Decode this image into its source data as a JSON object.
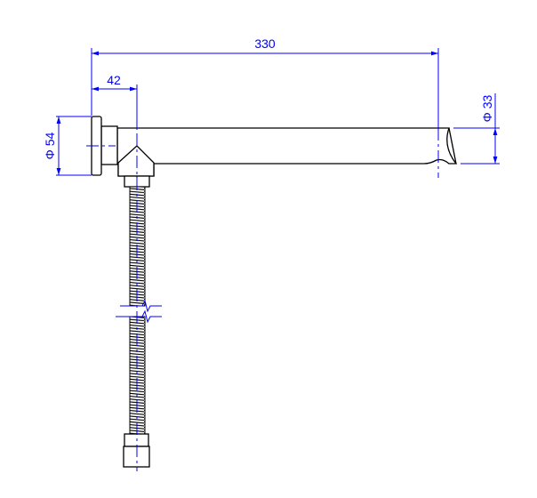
{
  "dimensions": {
    "overall_length": "330",
    "offset": "42",
    "flange_diameter": "Φ 54",
    "spout_diameter": "Φ 33"
  },
  "colors": {
    "dimension": "#0000ff",
    "outline": "#000000"
  }
}
